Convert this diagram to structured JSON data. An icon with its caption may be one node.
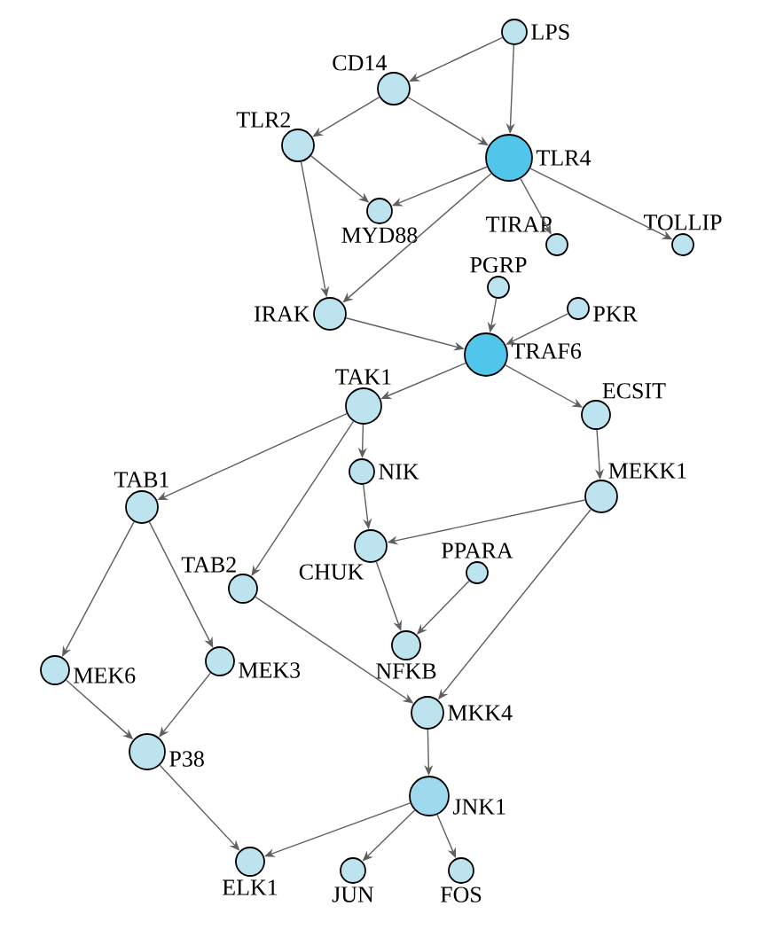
{
  "diagram": {
    "nodes": [
      {
        "text": [
          "LPS"
        ]
      },
      {
        "text": [
          "CD14"
        ]
      },
      {
        "text": [
          "TLR2"
        ]
      },
      {
        "text": [
          "TLR4"
        ]
      },
      {
        "text": [
          "MYD88"
        ]
      },
      {
        "text": [
          "TIRAP"
        ]
      },
      {
        "text": [
          "TOLLIP"
        ]
      },
      {
        "text": [
          "PGRP"
        ]
      },
      {
        "text": [
          "PKR"
        ]
      },
      {
        "text": [
          "IRAK"
        ]
      },
      {
        "text": [
          "TRAF6"
        ]
      },
      {
        "text": [
          "TAK1"
        ]
      },
      {
        "text": [
          "ECSIT"
        ]
      },
      {
        "text": [
          "TAB1"
        ]
      },
      {
        "text": [
          "NIK"
        ]
      },
      {
        "text": [
          "MEKK1"
        ]
      },
      {
        "text": [
          "CHUK"
        ]
      },
      {
        "text": [
          "PPARA"
        ]
      },
      {
        "text": [
          "TAB2"
        ]
      },
      {
        "text": [
          "NFKB"
        ]
      },
      {
        "text": [
          "MEK6"
        ]
      },
      {
        "text": [
          "MEK3"
        ]
      },
      {
        "text": [
          "MKK4"
        ]
      },
      {
        "text": [
          "P38"
        ]
      },
      {
        "text": [
          "JNK1"
        ]
      },
      {
        "text": [
          "ELK1"
        ]
      },
      {
        "text": [
          "JUN"
        ]
      },
      {
        "text": [
          "FOS"
        ]
      }
    ],
    "edges": [
      {
        "from": 0,
        "to": 1,
        "arrow": "to"
      },
      {
        "from": 0,
        "to": 3,
        "arrow": "to"
      },
      {
        "from": 1,
        "to": 2,
        "arrow": "to"
      },
      {
        "from": 1,
        "to": 3,
        "arrow": "to"
      },
      {
        "from": 2,
        "to": 4,
        "arrow": "to"
      },
      {
        "from": 2,
        "to": 9,
        "arrow": "to"
      },
      {
        "from": 3,
        "to": 4,
        "arrow": "to"
      },
      {
        "from": 3,
        "to": 9,
        "arrow": "to"
      },
      {
        "from": 3,
        "to": 5,
        "arrow": "to"
      },
      {
        "from": 3,
        "to": 6,
        "arrow": "to"
      },
      {
        "from": 7,
        "to": 10,
        "arrow": "to"
      },
      {
        "from": 8,
        "to": 10,
        "arrow": "to"
      },
      {
        "from": 9,
        "to": 10,
        "arrow": "to"
      },
      {
        "from": 10,
        "to": 11,
        "arrow": "to"
      },
      {
        "from": 10,
        "to": 12,
        "arrow": "to"
      },
      {
        "from": 11,
        "to": 13,
        "arrow": "to"
      },
      {
        "from": 11,
        "to": 14,
        "arrow": "to"
      },
      {
        "from": 11,
        "to": 18,
        "arrow": "to"
      },
      {
        "from": 12,
        "to": 15,
        "arrow": "to"
      },
      {
        "from": 14,
        "to": 16,
        "arrow": "to"
      },
      {
        "from": 15,
        "to": 16,
        "arrow": "to"
      },
      {
        "from": 15,
        "to": 22,
        "arrow": "to"
      },
      {
        "from": 13,
        "to": 20,
        "arrow": "to"
      },
      {
        "from": 13,
        "to": 21,
        "arrow": "to"
      },
      {
        "from": 16,
        "to": 19,
        "arrow": "to"
      },
      {
        "from": 17,
        "to": 19,
        "arrow": "to"
      },
      {
        "from": 18,
        "to": 22,
        "arrow": "to"
      },
      {
        "from": 20,
        "to": 23,
        "arrow": "to"
      },
      {
        "from": 21,
        "to": 23,
        "arrow": "to"
      },
      {
        "from": 23,
        "to": 25,
        "arrow": "to"
      },
      {
        "from": 22,
        "to": 24,
        "arrow": "to"
      },
      {
        "from": 24,
        "to": 25,
        "arrow": "to"
      },
      {
        "from": 24,
        "to": 26,
        "arrow": "to"
      },
      {
        "from": 24,
        "to": 27,
        "arrow": "to"
      }
    ]
  }
}
